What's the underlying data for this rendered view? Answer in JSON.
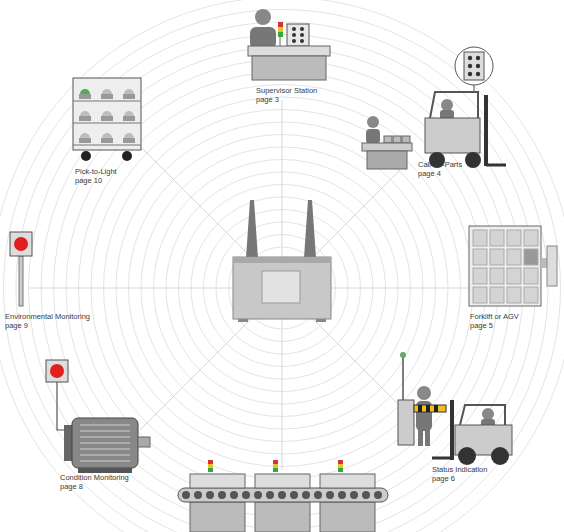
{
  "diagram": {
    "nodes": [
      {
        "text": [
          "Supervisor Station",
          "page 3"
        ]
      },
      {
        "text": [
          "Pick-to-Light",
          "page 10"
        ]
      },
      {
        "text": [
          "Call-for-Parts",
          "page 4"
        ]
      },
      {
        "text": [
          "Environmental Monitoring",
          "page 9"
        ]
      },
      {
        "text": [
          "Forklift or AGV",
          "page 5"
        ]
      },
      {
        "text": [
          "Status Indication",
          "page 6"
        ]
      },
      {
        "text": [
          "Condition Monitoring",
          "page 8"
        ]
      }
    ]
  }
}
